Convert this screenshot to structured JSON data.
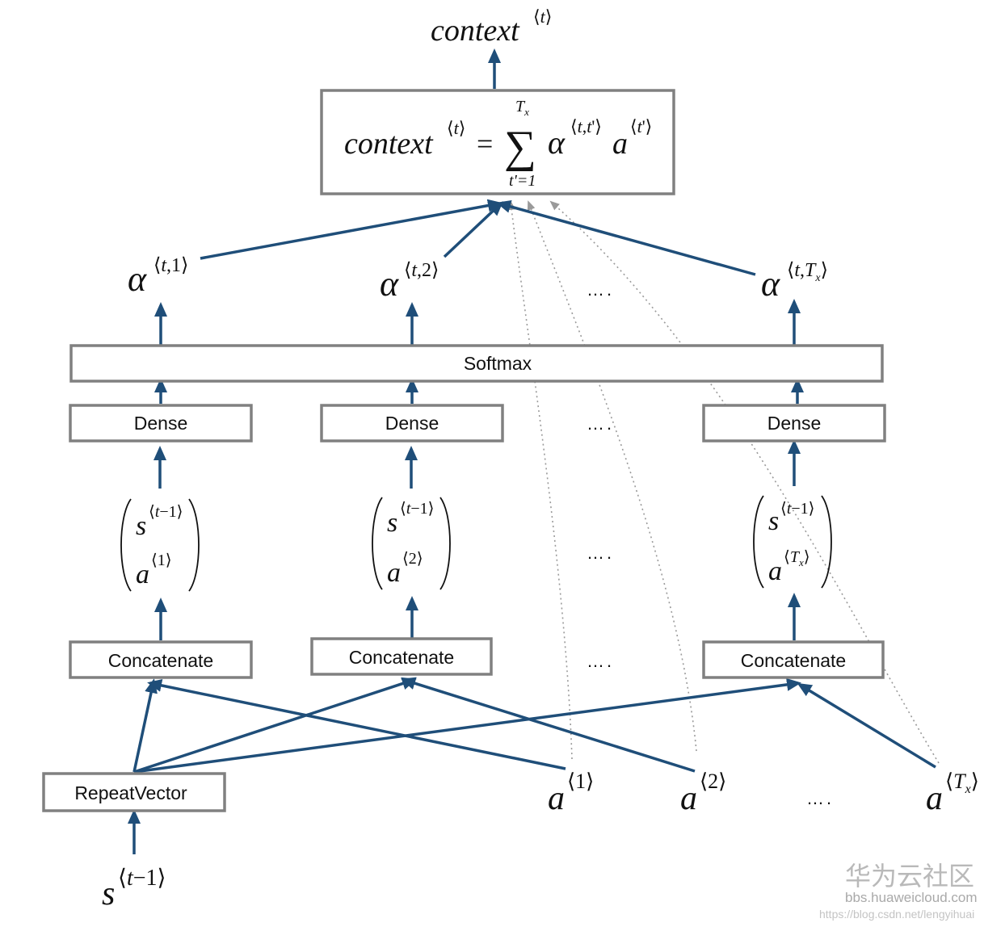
{
  "diagram": {
    "top_label": "context⟨t⟩",
    "formula_box": {
      "lhs": "context⟨t⟩",
      "equals": "=",
      "sum_symbol": "∑",
      "sum_upper": "Tx",
      "sum_lower": "t'=1",
      "rhs": "α⟨t,t'⟩ a⟨t'⟩"
    },
    "alphas": [
      "α⟨t,1⟩",
      "α⟨t,2⟩",
      "α⟨t,Tx⟩"
    ],
    "softmax_label": "Softmax",
    "dense_label": "Dense",
    "concatenate_label": "Concatenate",
    "repeat_vector_label": "RepeatVector",
    "vector_pairs": [
      {
        "top": "s⟨t−1⟩",
        "bottom": "a⟨1⟩"
      },
      {
        "top": "s⟨t−1⟩",
        "bottom": "a⟨2⟩"
      },
      {
        "top": "s⟨t−1⟩",
        "bottom": "a⟨Tx⟩"
      }
    ],
    "inputs": [
      "a⟨1⟩",
      "a⟨2⟩",
      "a⟨Tx⟩"
    ],
    "state_input": "s⟨t−1⟩",
    "ellipsis": "….",
    "colors": {
      "arrow": "#1f4e79",
      "box_border": "#808080",
      "dotted": "#9a9a9a"
    }
  },
  "watermark": {
    "brand": "华为云社区",
    "site": "bbs.huaweicloud.com",
    "url": "https://blog.csdn.net/lengyihuai"
  }
}
